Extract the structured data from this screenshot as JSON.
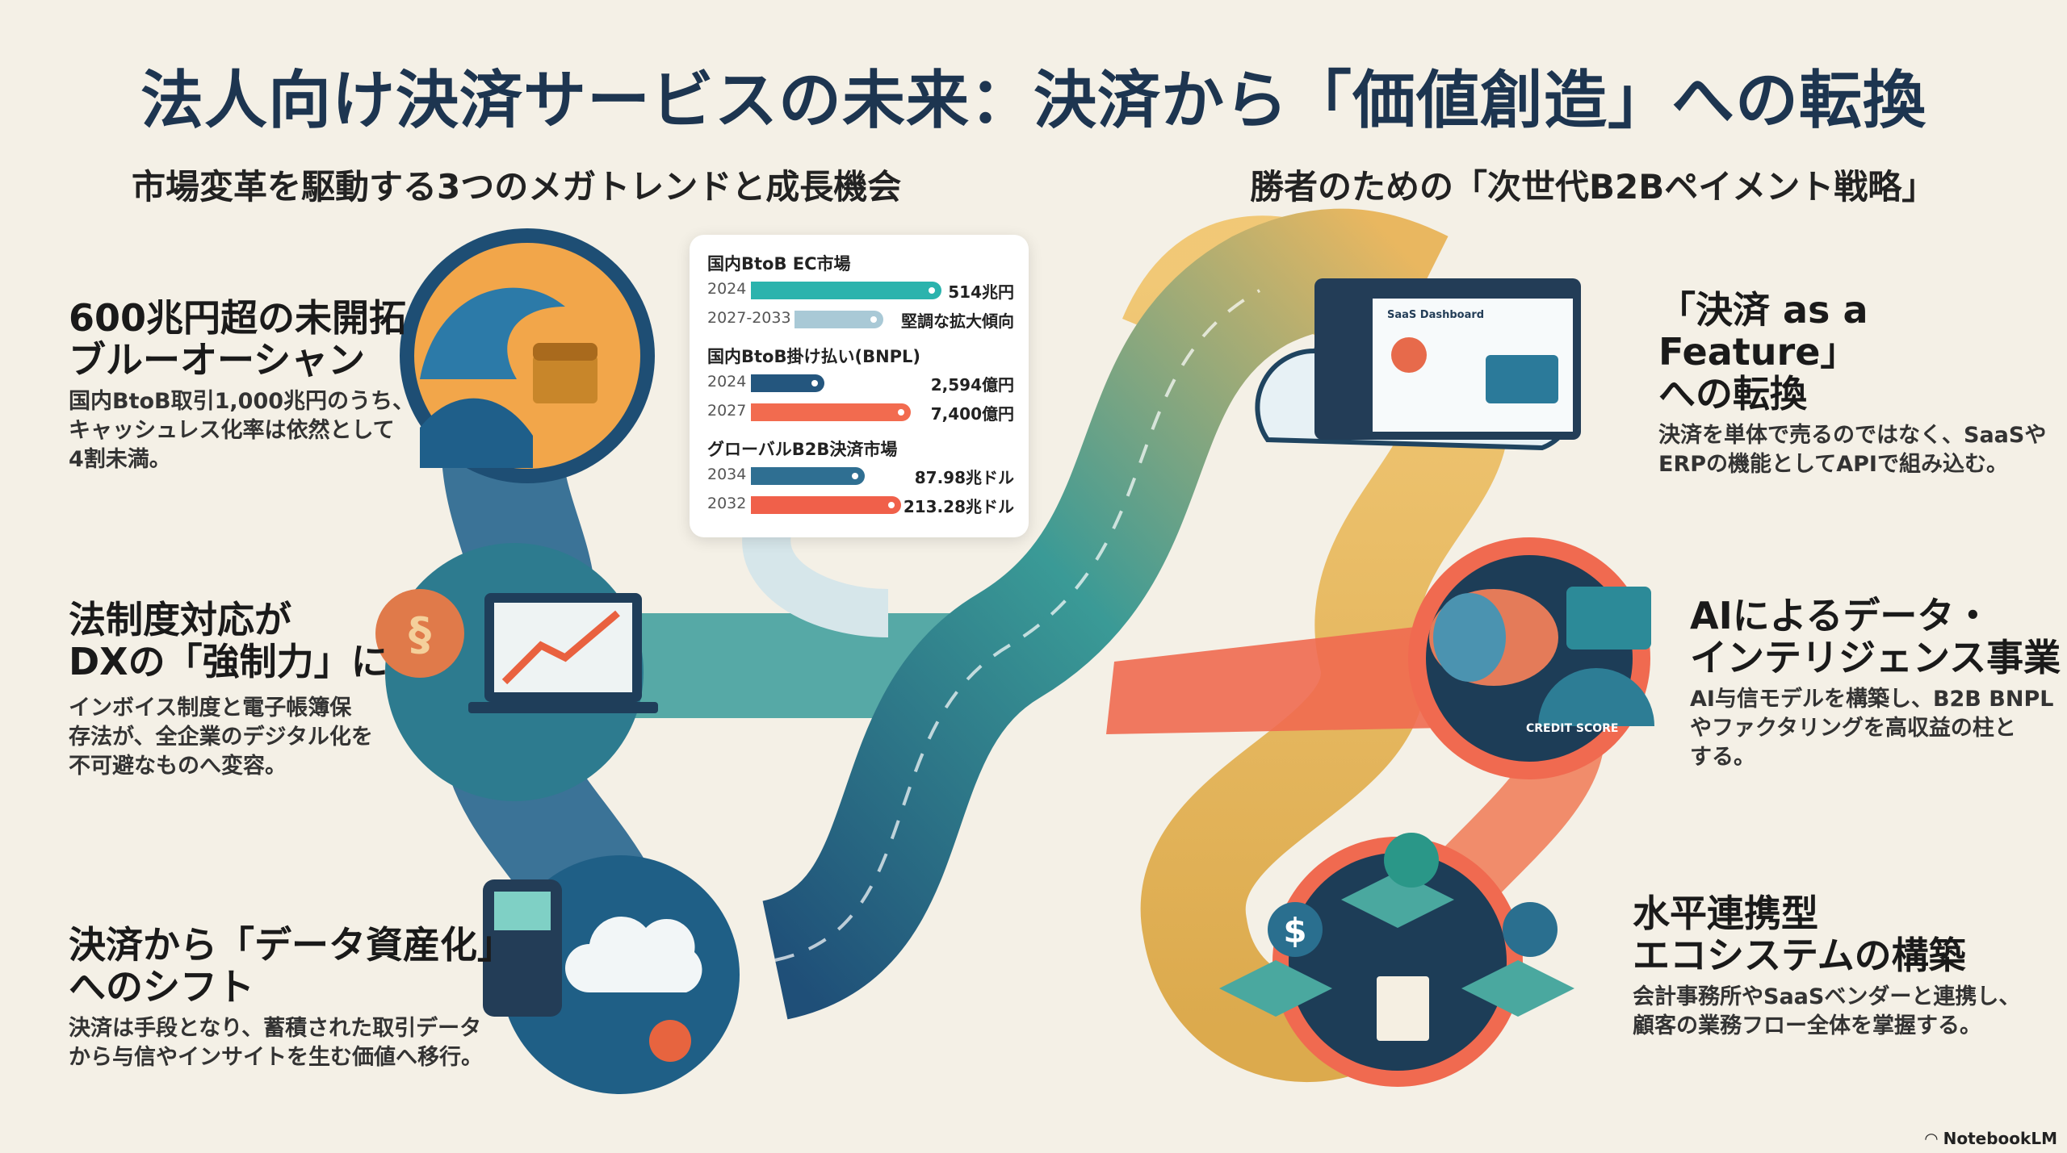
{
  "title": "法人向け決済サービスの未来：決済から「価値創造」への転換",
  "left_section": {
    "subtitle": "市場変革を駆動する3つのメガトレンドと成長機会",
    "items": [
      {
        "heading1": "600兆円超の未開拓",
        "heading2": "ブルーオーシャン",
        "desc": [
          "国内BtoB取引1,000兆円のうち、",
          "キャッシュレス化率は依然として",
          "4割未満。"
        ],
        "icon": "wave-treasure-icon"
      },
      {
        "heading1": "法制度対応が",
        "heading2": "DXの「強制力」に",
        "desc": [
          "インボイス制度と電子帳簿保",
          "存法が、全企業のデジタル化を",
          "不可避なものへ変容。"
        ],
        "icon": "legal-seal-laptop-chart-icon"
      },
      {
        "heading1": "決済から「データ資産化」",
        "heading2": "へのシフト",
        "desc": [
          "決済は手段となり、蓄積された取引データ",
          "から与信やインサイトを生む価値へ移行。"
        ],
        "icon": "payment-terminal-cloud-network-icon"
      }
    ]
  },
  "right_section": {
    "subtitle": "勝者のための「次世代B2Bペイメント戦略」",
    "items": [
      {
        "heading1": "「決済 as a Feature」",
        "heading2": "への転換",
        "desc": [
          "決済を単体で売るのではなく、SaaSや",
          "ERPの機能としてAPIで組み込む。"
        ],
        "icon": "saas-dashboard-cloud-icon",
        "dashboard_label": "SaaS Dashboard"
      },
      {
        "heading1": "AIによるデータ・",
        "heading2": "インテリジェンス事業",
        "desc": [
          "AI与信モデルを構築し、B2B BNPL",
          "やファクタリングを高収益の柱と",
          "する。"
        ],
        "icon": "ai-brain-credit-score-icon",
        "gauge_label": "CREDIT SCORE"
      },
      {
        "heading1": "水平連携型",
        "heading2": "エコシステムの構築",
        "desc": [
          "会計事務所やSaaSベンダーと連携し、",
          "顧客の業務フロー全体を掌握する。"
        ],
        "icon": "ecosystem-network-icon"
      }
    ]
  },
  "stats": {
    "groups": [
      {
        "title": "国内BtoB EC市場",
        "rows": [
          {
            "year": "2024",
            "value": "514兆円",
            "fill": 0.62,
            "color": "#2bb3ad"
          },
          {
            "year": "2027-2033",
            "value": "堅調な拡大傾向",
            "fill": 0.29,
            "color": "#a9c9d6"
          }
        ]
      },
      {
        "title": "国内BtoB掛け払い(BNPL)",
        "rows": [
          {
            "year": "2024",
            "value": "2,594億円",
            "fill": 0.24,
            "color": "#24567e"
          },
          {
            "year": "2027",
            "value": "7,400億円",
            "fill": 0.52,
            "color": "#f26b4f"
          }
        ]
      },
      {
        "title": "グローバルB2B決済市場",
        "rows": [
          {
            "year": "2034",
            "value": "87.98兆ドル",
            "fill": 0.37,
            "color": "#2f6f92"
          },
          {
            "year": "2032",
            "value": "213.28兆ドル",
            "fill": 0.49,
            "color": "#f0604a"
          }
        ]
      }
    ]
  },
  "colors": {
    "navy": "#1d3550",
    "teal": "#2a9d9a",
    "coral": "#f0654c",
    "gold": "#e8b24a",
    "background": "#f4f0e6"
  },
  "brand": "NotebookLM"
}
